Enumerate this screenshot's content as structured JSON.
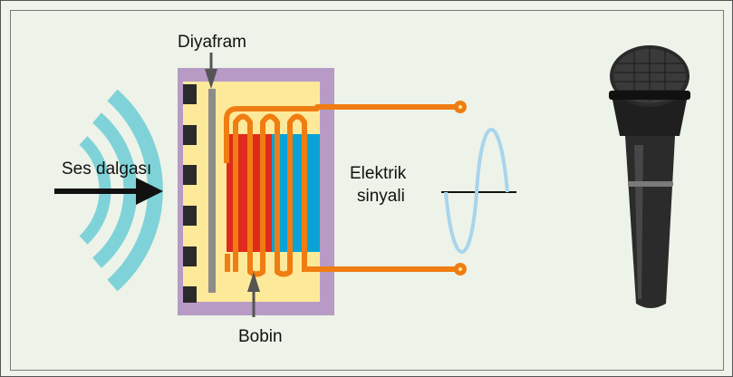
{
  "labels": {
    "diaphragm": "Diyafram",
    "sound_wave": "Ses dalgası",
    "electric_signal_line1": "Elektrik",
    "electric_signal_line2": "sinyali",
    "coil": "Bobin"
  },
  "colors": {
    "background": "#eef4ea",
    "housing": "#b79bc4",
    "housing_fill": "#fde99a",
    "coil": "#f07d12",
    "magnet_red": "#e02b1c",
    "magnet_blue": "#0aa2d6",
    "diaphragm": "#8c8c8c",
    "sound_wave": "#7fd3d8",
    "signal_wave": "#a9d4ec",
    "arrow": "#111111"
  }
}
